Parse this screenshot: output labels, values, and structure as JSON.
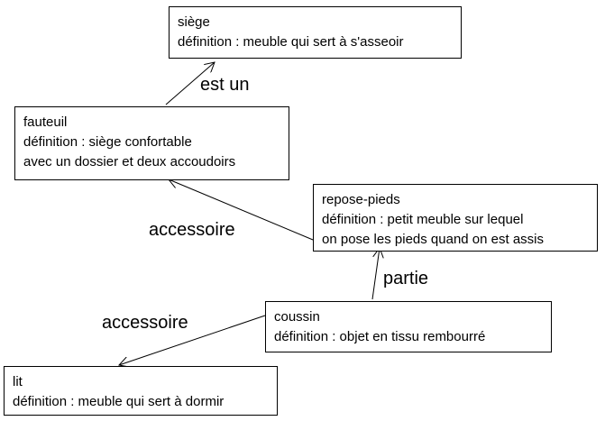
{
  "nodes": {
    "siege": {
      "name": "siège",
      "definition": "définition : meuble qui sert à s'asseoir"
    },
    "fauteuil": {
      "name": "fauteuil",
      "definition_l1": "définition : siège confortable",
      "definition_l2": "avec un dossier et deux accoudoirs"
    },
    "repose_pieds": {
      "name": "repose-pieds",
      "definition_l1": "définition : petit meuble sur lequel",
      "definition_l2": "on pose les pieds quand on est assis"
    },
    "coussin": {
      "name": "coussin",
      "definition": "définition : objet en tissu rembourré"
    },
    "lit": {
      "name": "lit",
      "definition": "définition : meuble qui sert à dormir"
    }
  },
  "relations": {
    "est_un": "est un",
    "accessoire_fauteuil": "accessoire",
    "partie": "partie",
    "accessoire_lit": "accessoire"
  },
  "colors": {
    "line": "#000000",
    "background": "#ffffff"
  }
}
